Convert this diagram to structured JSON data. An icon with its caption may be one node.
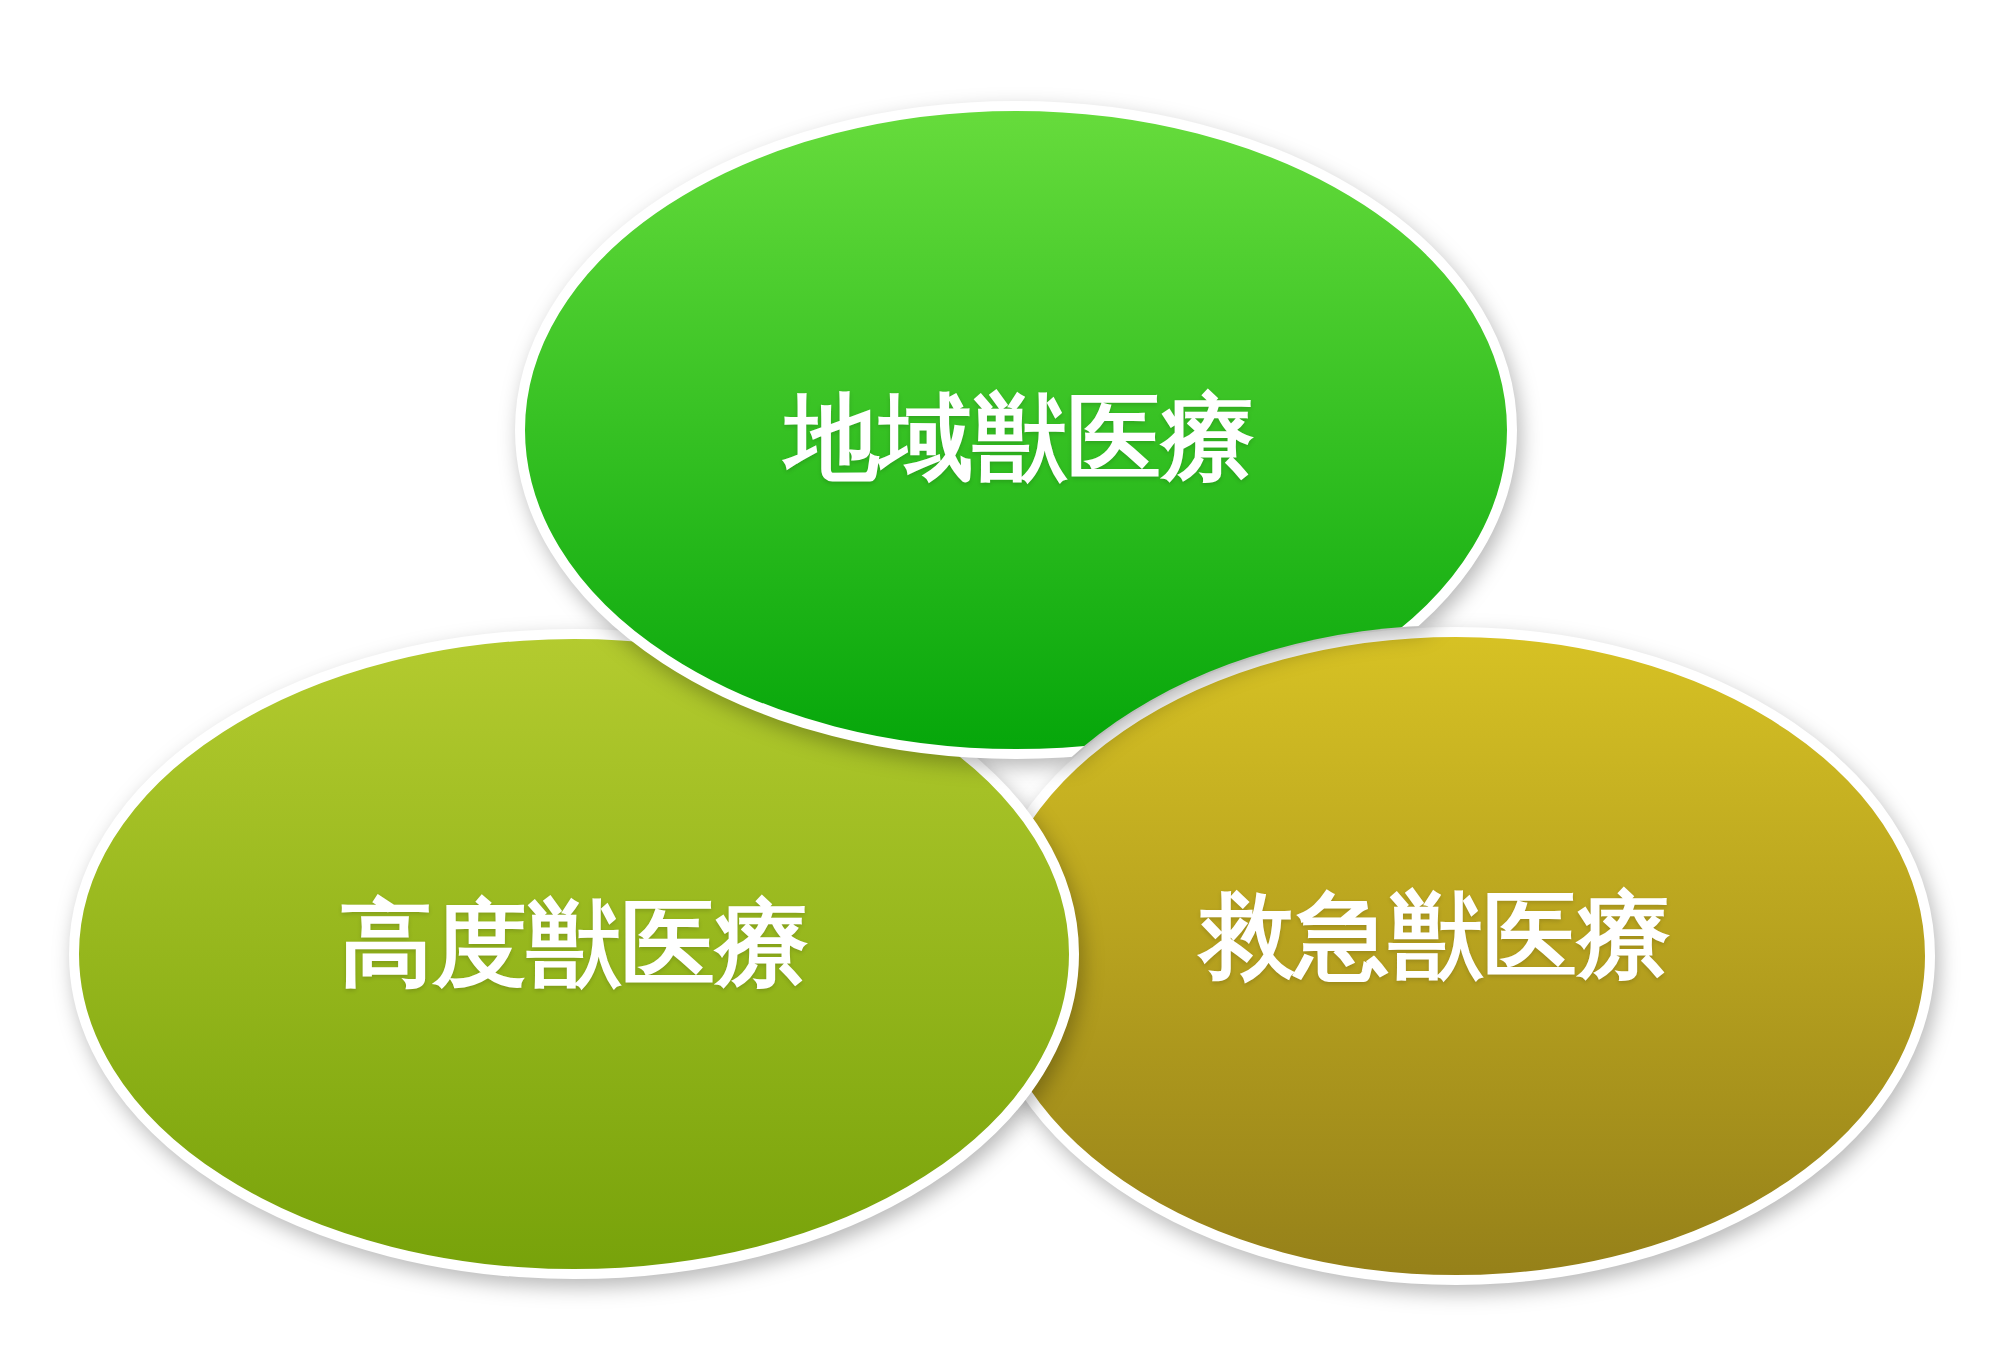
{
  "diagram": {
    "nodes": [
      {
        "text": [
          "地域獣医療"
        ]
      },
      {
        "text": [
          "高度獣医療"
        ]
      },
      {
        "text": [
          "救急獣医療"
        ]
      }
    ]
  }
}
